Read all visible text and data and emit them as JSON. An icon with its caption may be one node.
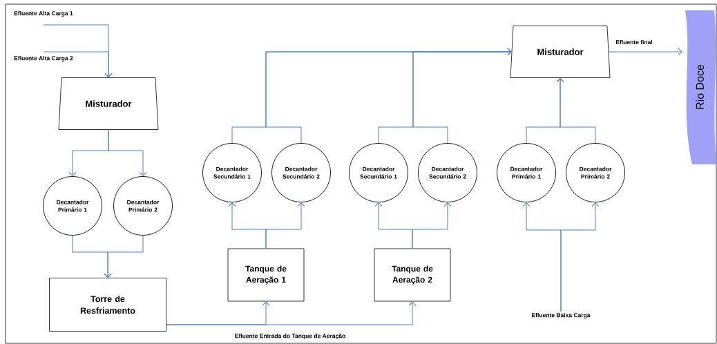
{
  "diagram": {
    "nodes": [
      {
        "text": [
          "Efluente Alta Carga 1"
        ]
      },
      {
        "text": [
          "Efluente Alta Carga 2"
        ]
      },
      {
        "text": [
          "Misturador"
        ]
      },
      {
        "text": [
          "Decantador Primário 1"
        ]
      },
      {
        "text": [
          "Decantador Primário 2"
        ]
      },
      {
        "text": [
          "Torre de Resfriamento"
        ]
      },
      {
        "text": [
          "Decantador Secundário 1"
        ]
      },
      {
        "text": [
          "Decantador Secundário 2"
        ]
      },
      {
        "text": [
          "Decantador Secundário 1"
        ]
      },
      {
        "text": [
          "Decantador Secundário 2"
        ]
      },
      {
        "text": [
          "Tanque de Aeração 1"
        ]
      },
      {
        "text": [
          "Tanque de Aeração 2"
        ]
      },
      {
        "text": [
          "Misturador"
        ]
      },
      {
        "text": [
          "Decantador Primário 1"
        ]
      },
      {
        "text": [
          "Decantador Primário 2"
        ]
      },
      {
        "text": [
          "Efluente Baixa Carga"
        ]
      },
      {
        "text": [
          "Rio Doce"
        ]
      }
    ],
    "edges": [
      {
        "from": 0,
        "to": 2,
        "arrow": "to"
      },
      {
        "from": 1,
        "to": 2,
        "arrow": "to"
      },
      {
        "from": 2,
        "to": 3,
        "arrow": "to"
      },
      {
        "from": 2,
        "to": 4,
        "arrow": "to"
      },
      {
        "from": 3,
        "to": 5,
        "arrow": "to"
      },
      {
        "from": 4,
        "to": 5,
        "arrow": "to"
      },
      {
        "from": 5,
        "to": 10,
        "arrow": "to",
        "label": "Efluente Entrada do Tanque de Aeração"
      },
      {
        "from": 5,
        "to": 11,
        "arrow": "to"
      },
      {
        "from": 10,
        "to": 6,
        "arrow": "to"
      },
      {
        "from": 10,
        "to": 7,
        "arrow": "to"
      },
      {
        "from": 11,
        "to": 8,
        "arrow": "to"
      },
      {
        "from": 11,
        "to": 9,
        "arrow": "to"
      },
      {
        "from": 6,
        "to": 12,
        "arrow": "to"
      },
      {
        "from": 7,
        "to": 12,
        "arrow": "to"
      },
      {
        "from": 8,
        "to": 12,
        "arrow": "to"
      },
      {
        "from": 9,
        "to": 12,
        "arrow": "to"
      },
      {
        "from": 12,
        "to": 16,
        "arrow": "to",
        "label": "Efluente final"
      },
      {
        "from": 13,
        "to": 12,
        "arrow": "to"
      },
      {
        "from": 14,
        "to": 12,
        "arrow": "to"
      },
      {
        "from": 15,
        "to": 13,
        "arrow": "to"
      },
      {
        "from": 15,
        "to": 14,
        "arrow": "to"
      }
    ]
  }
}
